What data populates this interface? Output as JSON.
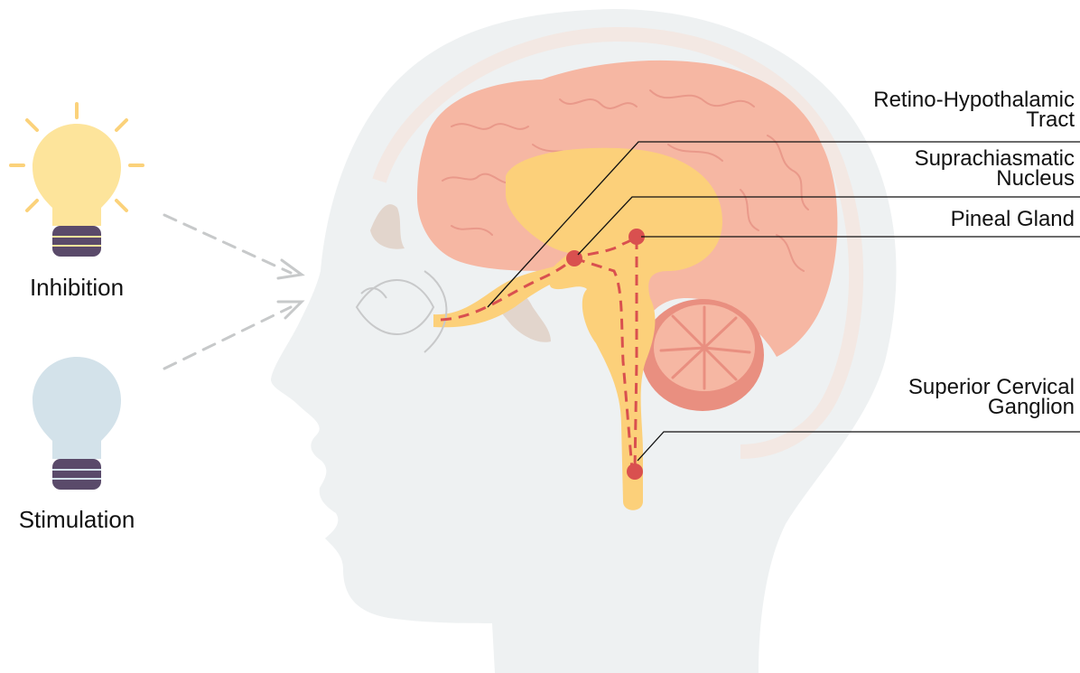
{
  "legend": {
    "inhibition": "Inhibition",
    "stimulation": "Stimulation"
  },
  "labels": {
    "retino_line1": "Retino-Hypothalamic",
    "retino_line2": "Tract",
    "scn_line1": "Suprachiasmatic",
    "scn_line2": "Nucleus",
    "pineal": "Pineal Gland",
    "scg_line1": "Superior Cervical",
    "scg_line2": "Ganglion"
  },
  "colors": {
    "head": "#eef1f2",
    "brain": "#f6b7a3",
    "brain_dark": "#e9998a",
    "pathway": "#fcd07a",
    "marker": "#d9504f",
    "bulb_on": "#fde49b",
    "bulb_off": "#d3e2ea",
    "bulb_base": "#5a4a6a",
    "rays": "#fbd27b",
    "arrow": "#c7c9ca"
  }
}
